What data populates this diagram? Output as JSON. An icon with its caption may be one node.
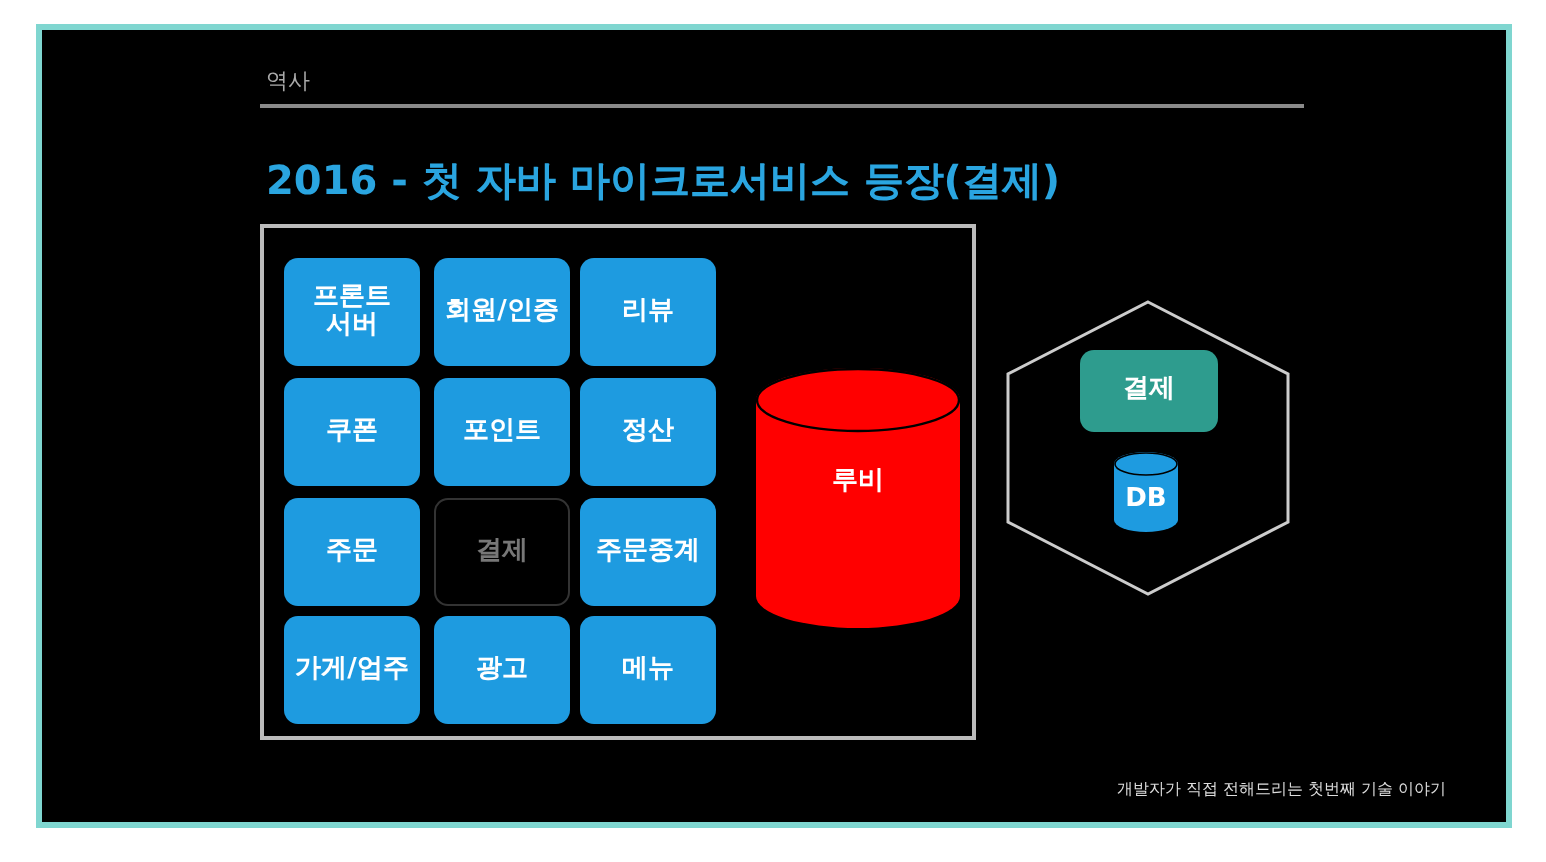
{
  "diagram": {
    "title": "2016 - 첫 자바 마이크로서비스 등장(결제)",
    "nodes": [
      {
        "text": [],
        "shape": "box"
      },
      {
        "text": [
          "프론트 서버"
        ],
        "in": 0
      },
      {
        "text": [
          "회원/인증"
        ],
        "in": 0
      },
      {
        "text": [
          "리뷰"
        ],
        "in": 0
      },
      {
        "text": [
          "쿠폰"
        ],
        "in": 0
      },
      {
        "text": [
          "포인트"
        ],
        "in": 0
      },
      {
        "text": [
          "정산"
        ],
        "in": 0
      },
      {
        "text": [
          "주문"
        ],
        "in": 0
      },
      {
        "text": [
          "결제"
        ],
        "in": 0
      },
      {
        "text": [
          "주문중계"
        ],
        "in": 0
      },
      {
        "text": [
          "가게/업주"
        ],
        "in": 0
      },
      {
        "text": [
          "광고"
        ],
        "in": 0
      },
      {
        "text": [
          "메뉴"
        ],
        "in": 0
      },
      {
        "text": [
          "루비"
        ],
        "in": 0
      },
      {
        "text": [],
        "shape": "hexagon"
      },
      {
        "text": [
          "결제"
        ],
        "in": 14
      },
      {
        "text": [
          "DB"
        ],
        "in": 14
      }
    ],
    "edges": [],
    "labels": [
      "역사",
      "개발자가 직접 전해드리는 첫번째 기술 이야기"
    ]
  }
}
